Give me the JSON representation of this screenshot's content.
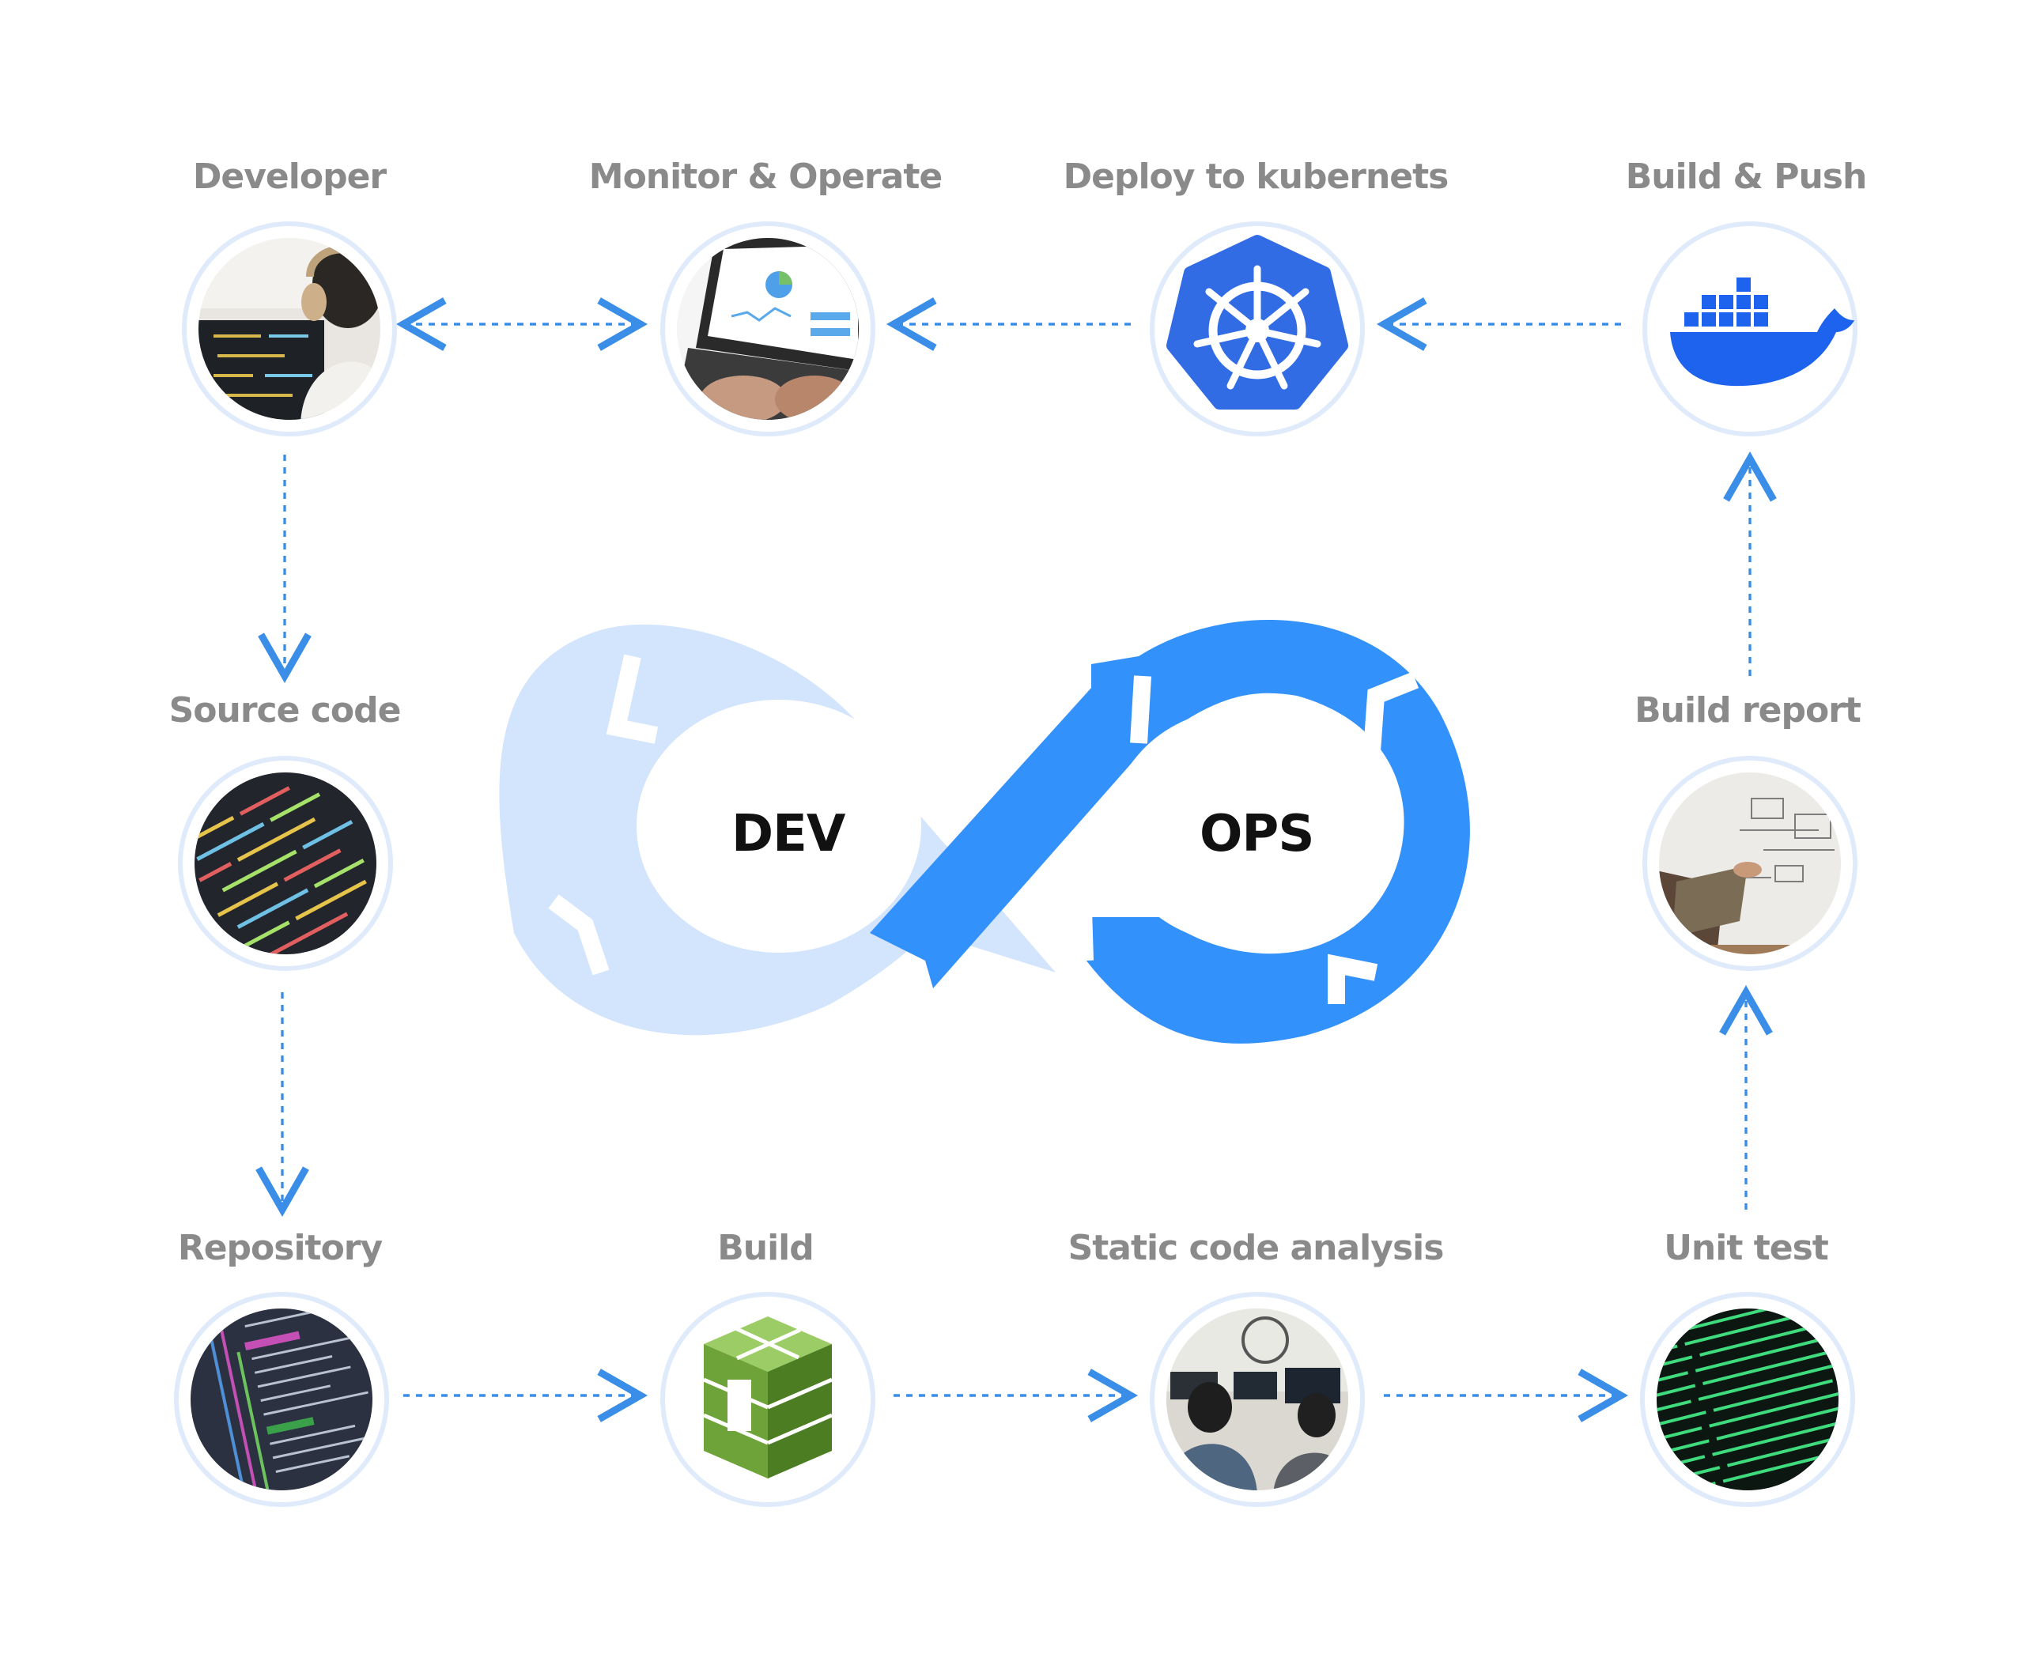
{
  "center": {
    "left_word": "DEV",
    "right_word": "OPS"
  },
  "colors": {
    "dev": "#d3e4fd",
    "ops": "#3391fb",
    "arrow": "#3a8ee8",
    "ring": "#dfeafb",
    "label": "#8a8a8a",
    "docker": "#1d63ed",
    "kubernetes": "#326ce5",
    "aws_build": "#6ea339"
  },
  "stages": [
    {
      "id": "developer",
      "label": "Developer",
      "icon": "developer-headphones-photo"
    },
    {
      "id": "monitor",
      "label": "Monitor & Operate",
      "icon": "laptop-dashboard-photo"
    },
    {
      "id": "deploy",
      "label": "Deploy to kubernets",
      "icon": "kubernetes-helm-icon"
    },
    {
      "id": "build-push",
      "label": "Build & Push",
      "icon": "docker-whale-icon"
    },
    {
      "id": "source",
      "label": "Source code",
      "icon": "code-screen-photo"
    },
    {
      "id": "build-report",
      "label": "Build report",
      "icon": "whiteboard-photo"
    },
    {
      "id": "repository",
      "label": "Repository",
      "icon": "git-log-photo"
    },
    {
      "id": "build",
      "label": "Build",
      "icon": "aws-codebuild-icon"
    },
    {
      "id": "static-analysis",
      "label": "Static code analysis",
      "icon": "team-monitors-photo"
    },
    {
      "id": "unit-test",
      "label": "Unit test",
      "icon": "terminal-output-photo"
    }
  ],
  "flows": [
    {
      "from": "developer",
      "to": "monitor",
      "bidirectional": true
    },
    {
      "from": "deploy",
      "to": "monitor"
    },
    {
      "from": "build-push",
      "to": "deploy"
    },
    {
      "from": "developer",
      "to": "source"
    },
    {
      "from": "source",
      "to": "repository"
    },
    {
      "from": "repository",
      "to": "build"
    },
    {
      "from": "build",
      "to": "static-analysis"
    },
    {
      "from": "static-analysis",
      "to": "unit-test"
    },
    {
      "from": "unit-test",
      "to": "build-report"
    },
    {
      "from": "build-report",
      "to": "build-push"
    }
  ]
}
